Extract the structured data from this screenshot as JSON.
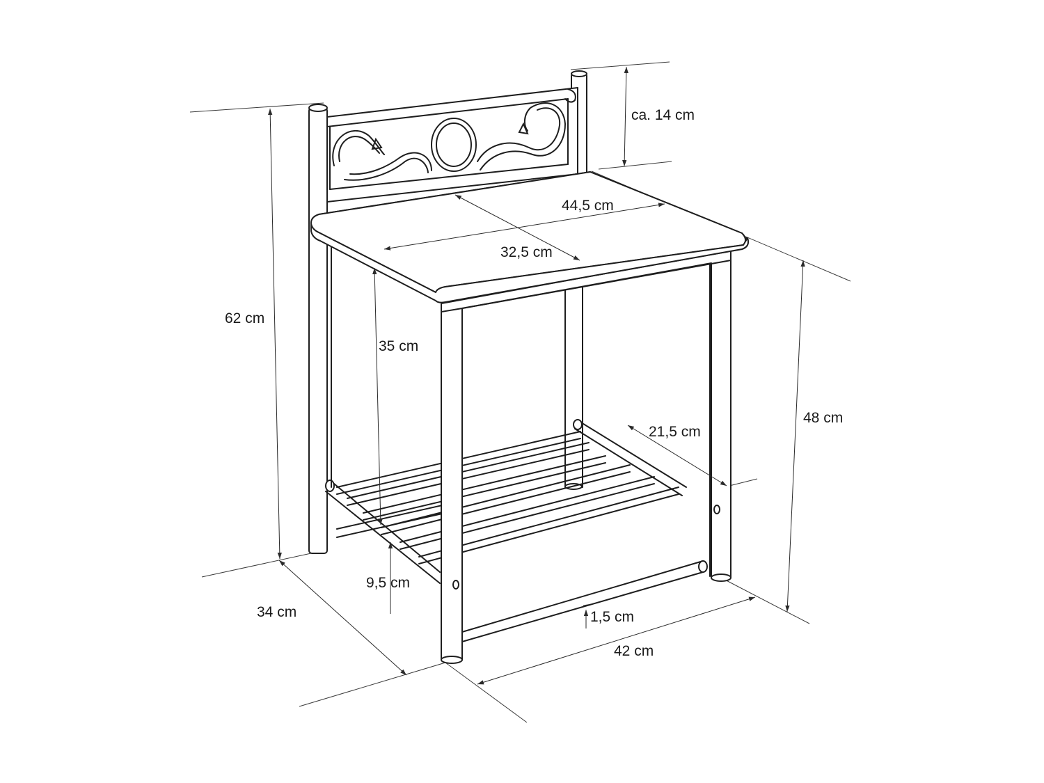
{
  "dimensions": {
    "headboard_height": "ca. 14 cm",
    "top_width": "44,5 cm",
    "top_depth": "32,5 cm",
    "total_height": "62 cm",
    "shelf_clearance": "35 cm",
    "table_height": "48 cm",
    "shelf_depth": "21,5 cm",
    "shelf_height": "9,5 cm",
    "side_depth": "34 cm",
    "tube_diameter": "1,5 cm",
    "base_width": "42 cm"
  },
  "colors": {
    "line": "#1e1e1e",
    "background": "#ffffff"
  }
}
